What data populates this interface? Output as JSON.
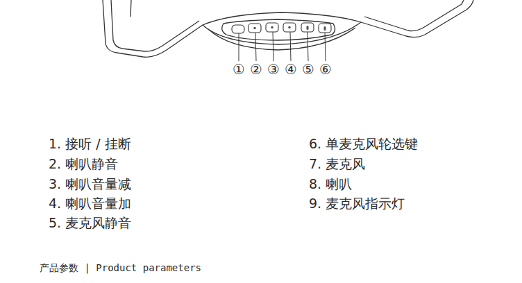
{
  "diagram": {
    "labels": [
      "①",
      "②",
      "③",
      "④",
      "⑤",
      "⑥",
      "1. 接听 / 挂断",
      "2. 喇叭静音",
      "3. 喇叭音量减",
      "4. 喇叭音量加",
      "5. 麦克风静音",
      "6. 单麦克风轮选键",
      "7. 麦克风",
      "8. 喇叭",
      "9. 麦克风指示灯",
      "产品参数 | Product parameters"
    ]
  }
}
